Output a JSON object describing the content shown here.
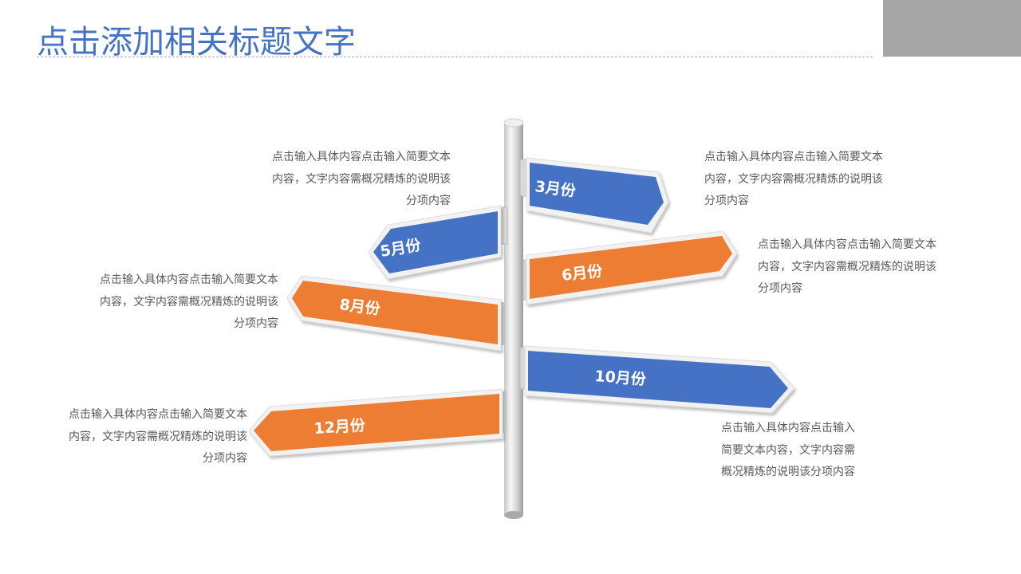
{
  "header": {
    "title": "点击添加相关标题文字"
  },
  "colors": {
    "blue": "#4472C4",
    "orange": "#ED7D31",
    "title": "#4472C4",
    "corner": "#A5A5A5"
  },
  "signs": [
    {
      "label": "3月份",
      "color": "blue",
      "direction": "right",
      "description": [
        "点击输入具体内容点击输入简要文本",
        "内容，文字内容需概况精炼的说明该",
        "分项内容"
      ]
    },
    {
      "label": "5月份",
      "color": "blue",
      "direction": "left",
      "description": [
        "点击输入具体内容点击输入简要文本",
        "内容，文字内容需概况精炼的说明该",
        "分项内容"
      ]
    },
    {
      "label": "6月份",
      "color": "orange",
      "direction": "right",
      "description": [
        "点击输入具体内容点击输入简要文本",
        "内容，文字内容需概况精炼的说明该",
        "分项内容"
      ]
    },
    {
      "label": "8月份",
      "color": "orange",
      "direction": "left",
      "description": [
        "点击输入具体内容点击输入简要文本",
        "内容，文字内容需概况精炼的说明该",
        "分项内容"
      ]
    },
    {
      "label": "10月份",
      "color": "blue",
      "direction": "right",
      "description": [
        "点击输入具体内容点击输入",
        "简要文本内容，文字内容需",
        "概况精炼的说明该分项内容"
      ]
    },
    {
      "label": "12月份",
      "color": "orange",
      "direction": "left",
      "description": [
        "点击输入具体内容点击输入简要文本",
        "内容，文字内容需概况精炼的说明该",
        "分项内容"
      ]
    }
  ]
}
